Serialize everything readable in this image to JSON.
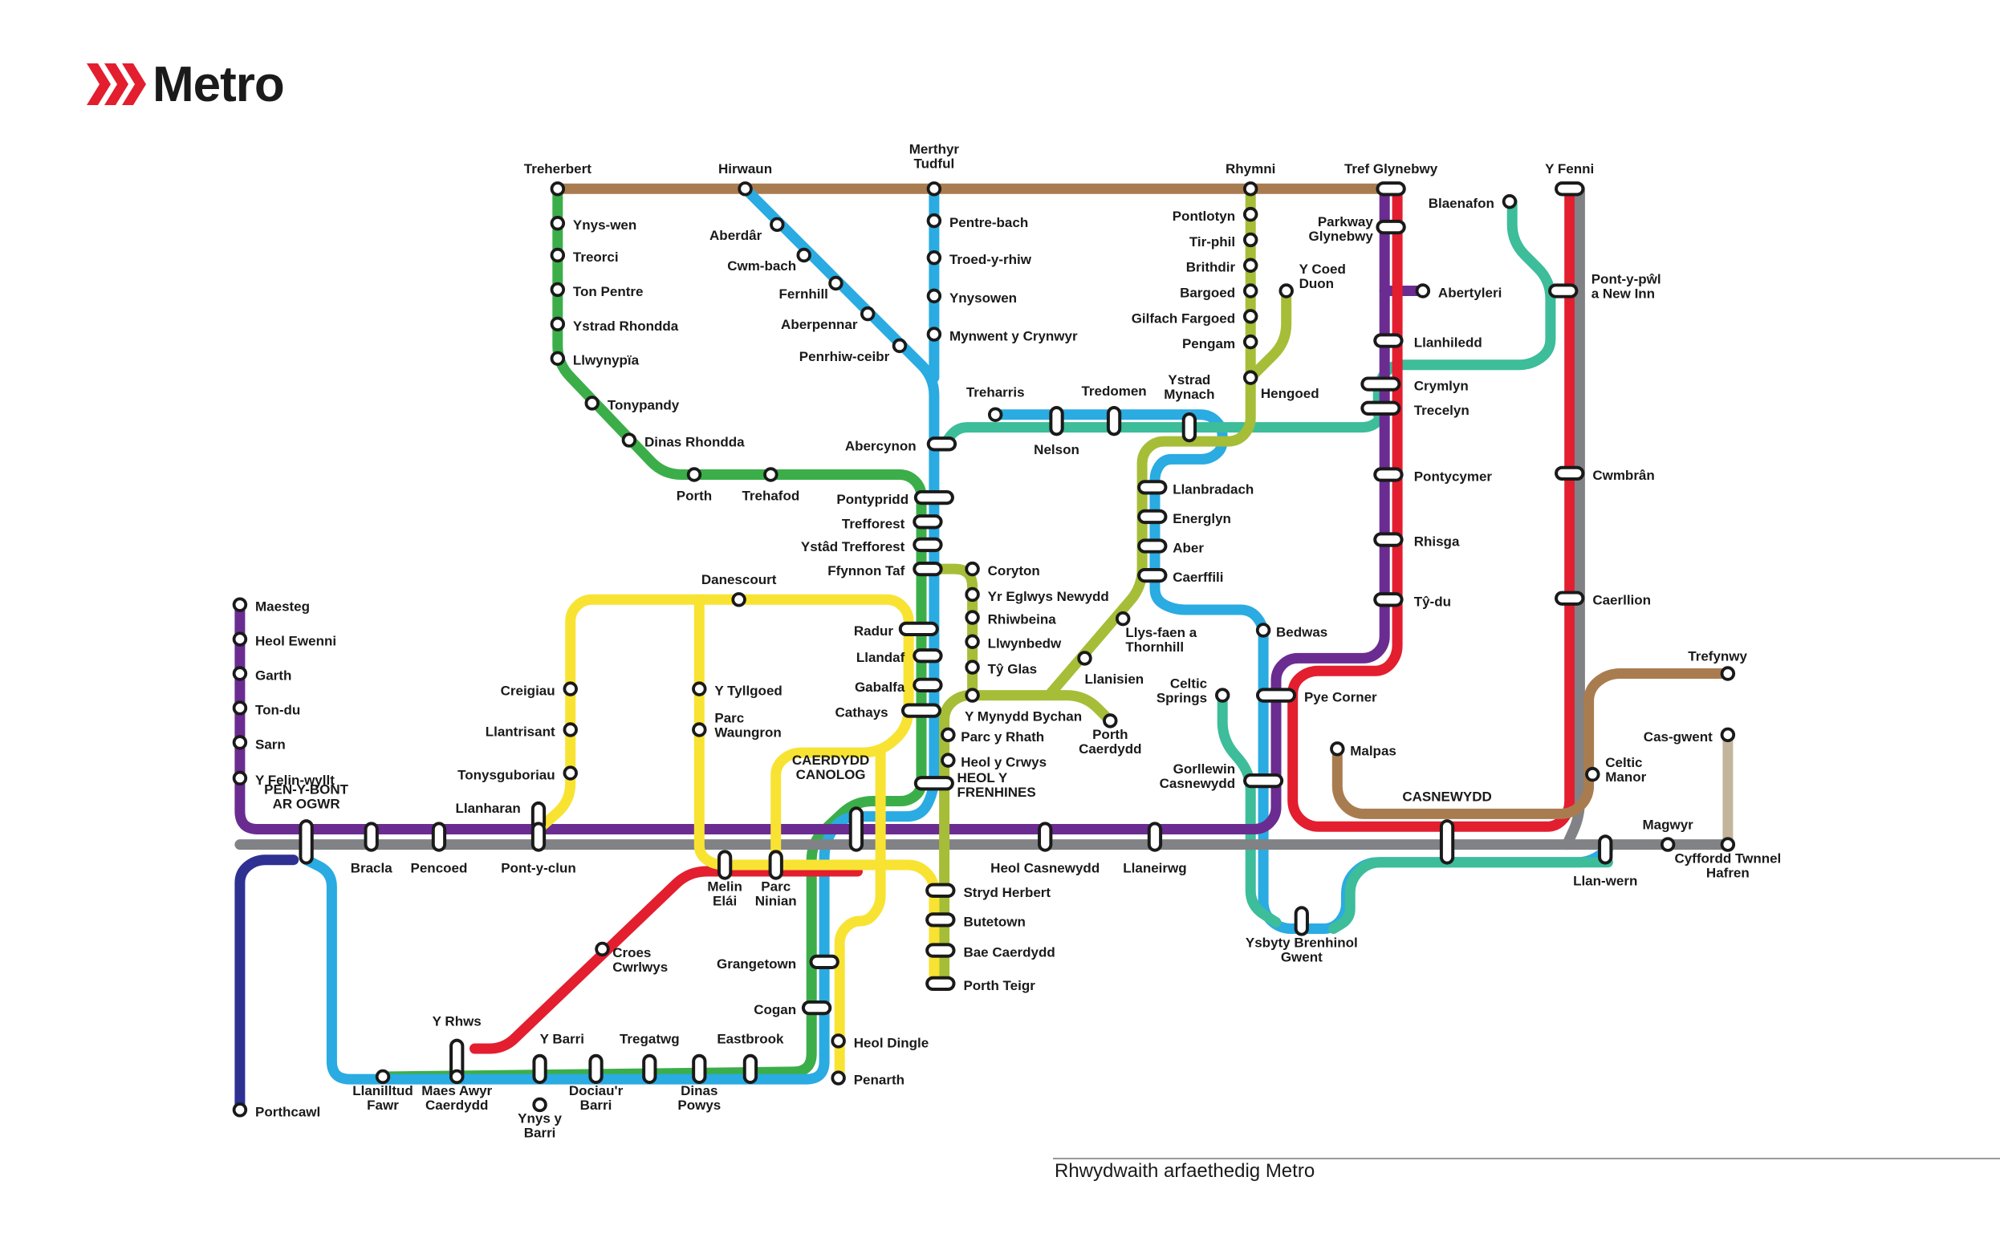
{
  "brand": {
    "name": "Metro",
    "logo_icon": "triple-chevron-icon",
    "accent": "#e31e2f"
  },
  "footer": {
    "caption": "Rhwydwaith arfaethedig Metro"
  },
  "line_colors": {
    "brown": "#a97c50",
    "green": "#3cae49",
    "blue": "#2aabe2",
    "teal": "#3dbd9a",
    "purple": "#6b2c91",
    "red": "#e31e2f",
    "grey": "#808285",
    "lime": "#a6bd38",
    "yellow": "#f8e333",
    "navy": "#2e3192",
    "tan": "#c2b59b"
  },
  "stations": [
    {
      "id": "treherbert",
      "label": "Treherbert"
    },
    {
      "id": "hirwaun",
      "label": "Hirwaun"
    },
    {
      "id": "merthyr",
      "label": "Merthyr\nTudful"
    },
    {
      "id": "rhymni",
      "label": "Rhymni"
    },
    {
      "id": "trefglynebwy",
      "label": "Tref Glynebwy"
    },
    {
      "id": "yfenni",
      "label": "Y Fenni"
    },
    {
      "id": "ynyswen",
      "label": "Ynys-wen"
    },
    {
      "id": "treorci",
      "label": "Treorci"
    },
    {
      "id": "tonpentre",
      "label": "Ton Pentre"
    },
    {
      "id": "ystradrhondda",
      "label": "Ystrad Rhondda"
    },
    {
      "id": "llwynypia",
      "label": "Llwynypïa"
    },
    {
      "id": "tonypandy",
      "label": "Tonypandy"
    },
    {
      "id": "dinasrhondda",
      "label": "Dinas Rhondda"
    },
    {
      "id": "porth",
      "label": "Porth"
    },
    {
      "id": "trehafod",
      "label": "Trehafod"
    },
    {
      "id": "aberdar",
      "label": "Aberdâr"
    },
    {
      "id": "cwmbach",
      "label": "Cwm-bach"
    },
    {
      "id": "fernhill",
      "label": "Fernhill"
    },
    {
      "id": "aberpennar",
      "label": "Aberpennar"
    },
    {
      "id": "penrhiwceibr",
      "label": "Penrhiw-ceibr"
    },
    {
      "id": "pentrebach",
      "label": "Pentre-bach"
    },
    {
      "id": "troedyrhiw",
      "label": "Troed-y-rhiw"
    },
    {
      "id": "ynysowen",
      "label": "Ynysowen"
    },
    {
      "id": "mynwent",
      "label": "Mynwent y Crynwyr"
    },
    {
      "id": "pontlotyn",
      "label": "Pontlotyn"
    },
    {
      "id": "tirphil",
      "label": "Tir-phil"
    },
    {
      "id": "brithdir",
      "label": "Brithdir"
    },
    {
      "id": "bargoed",
      "label": "Bargoed"
    },
    {
      "id": "gilfach",
      "label": "Gilfach Fargoed"
    },
    {
      "id": "pengam",
      "label": "Pengam"
    },
    {
      "id": "ycoedduon",
      "label": "Y Coed\nDuon"
    },
    {
      "id": "hengoed",
      "label": "Hengoed"
    },
    {
      "id": "parkway",
      "label": "Parkway\nGlynebwy"
    },
    {
      "id": "abertyleri",
      "label": "Abertyleri"
    },
    {
      "id": "blaenafon",
      "label": "Blaenafon"
    },
    {
      "id": "pontypwl",
      "label": "Pont-y-pŵl\na New Inn"
    },
    {
      "id": "llanhiledd",
      "label": "Llanhiledd"
    },
    {
      "id": "crymlyn",
      "label": "Crymlyn"
    },
    {
      "id": "trecelyn",
      "label": "Trecelyn"
    },
    {
      "id": "treharris",
      "label": "Treharris"
    },
    {
      "id": "nelson",
      "label": "Nelson"
    },
    {
      "id": "tredomen",
      "label": "Tredomen"
    },
    {
      "id": "ystradmynach",
      "label": "Ystrad\nMynach"
    },
    {
      "id": "abercynon",
      "label": "Abercynon"
    },
    {
      "id": "pontyprydd",
      "label": "Pontypridd"
    },
    {
      "id": "trefforest",
      "label": "Trefforest"
    },
    {
      "id": "ystadtrefforest",
      "label": "Ystâd Trefforest"
    },
    {
      "id": "ffynnontaf",
      "label": "Ffynnon Taf"
    },
    {
      "id": "coryton",
      "label": "Coryton"
    },
    {
      "id": "yreglwys",
      "label": "Yr Eglwys Newydd"
    },
    {
      "id": "rhiwbeina",
      "label": "Rhiwbeina"
    },
    {
      "id": "llwynbedw",
      "label": "Llwynbedw"
    },
    {
      "id": "tyglas",
      "label": "Tŷ Glas"
    },
    {
      "id": "mynyddbychan",
      "label": "Y Mynydd Bychan"
    },
    {
      "id": "llanbradach",
      "label": "Llanbradach"
    },
    {
      "id": "energlyn",
      "label": "Energlyn"
    },
    {
      "id": "aber",
      "label": "Aber"
    },
    {
      "id": "caerffili",
      "label": "Caerffili"
    },
    {
      "id": "llysfaen",
      "label": "Llys-faen a\nThornhill"
    },
    {
      "id": "llanisien",
      "label": "Llanisien"
    },
    {
      "id": "porthcaerdydd",
      "label": "Porth\nCaerdydd"
    },
    {
      "id": "bedwas",
      "label": "Bedwas"
    },
    {
      "id": "pontycymer",
      "label": "Pontycymer"
    },
    {
      "id": "rhisga",
      "label": "Rhisga"
    },
    {
      "id": "tydu",
      "label": "Tŷ-du"
    },
    {
      "id": "cwmbran",
      "label": "Cwmbrân"
    },
    {
      "id": "caerllion",
      "label": "Caerllion"
    },
    {
      "id": "trefynwy",
      "label": "Trefynwy"
    },
    {
      "id": "danescourt",
      "label": "Danescourt"
    },
    {
      "id": "radur",
      "label": "Radur"
    },
    {
      "id": "llandaf",
      "label": "Llandaf"
    },
    {
      "id": "gabalfa",
      "label": "Gabalfa"
    },
    {
      "id": "cathays",
      "label": "Cathays"
    },
    {
      "id": "creigiau",
      "label": "Creigiau"
    },
    {
      "id": "ytyllgoed",
      "label": "Y Tyllgoed"
    },
    {
      "id": "parcwaungron",
      "label": "Parc\nWaungron"
    },
    {
      "id": "llantrisant",
      "label": "Llantrisant"
    },
    {
      "id": "tonysguboriau",
      "label": "Tonysguboriau"
    },
    {
      "id": "llanharan",
      "label": "Llanharan"
    },
    {
      "id": "caerdyddcanolog",
      "label": "CAERDYDD\nCANOLOG"
    },
    {
      "id": "heolyfrenhines",
      "label": "HEOL Y\nFRENHINES"
    },
    {
      "id": "parcyrhath",
      "label": "Parc y Rhath"
    },
    {
      "id": "heolycrwys",
      "label": "Heol y Crwys"
    },
    {
      "id": "celticsprings",
      "label": "Celtic\nSprings"
    },
    {
      "id": "pyecorner",
      "label": "Pye Corner"
    },
    {
      "id": "malpas",
      "label": "Malpas"
    },
    {
      "id": "casgwent",
      "label": "Cas-gwent"
    },
    {
      "id": "celticmanor",
      "label": "Celtic\nManor"
    },
    {
      "id": "gorllewin",
      "label": "Gorllewin\nCasnewydd"
    },
    {
      "id": "casnewydd",
      "label": "CASNEWYDD"
    },
    {
      "id": "magwyr",
      "label": "Magwyr"
    },
    {
      "id": "maesteg",
      "label": "Maesteg"
    },
    {
      "id": "heolewenni",
      "label": "Heol Ewenni"
    },
    {
      "id": "garth",
      "label": "Garth"
    },
    {
      "id": "tondu",
      "label": "Ton-du"
    },
    {
      "id": "sarn",
      "label": "Sarn"
    },
    {
      "id": "yfelinwyllt",
      "label": "Y Felin-wyllt"
    },
    {
      "id": "penybont",
      "label": "PEN-Y-BONT\nAR OGWR"
    },
    {
      "id": "bracla",
      "label": "Bracla"
    },
    {
      "id": "pencoed",
      "label": "Pencoed"
    },
    {
      "id": "pontyclun",
      "label": "Pont-y-clun"
    },
    {
      "id": "heolcasnewydd",
      "label": "Heol Casnewydd"
    },
    {
      "id": "llaneirwg",
      "label": "Llaneirwg"
    },
    {
      "id": "llanwern",
      "label": "Llan-wern"
    },
    {
      "id": "twnnel",
      "label": "Cyffordd Twnnel\nHafren"
    },
    {
      "id": "melinelai",
      "label": "Melin\nElái"
    },
    {
      "id": "parcninian",
      "label": "Parc\nNinian"
    },
    {
      "id": "stryd",
      "label": "Stryd Herbert"
    },
    {
      "id": "butetown",
      "label": "Butetown"
    },
    {
      "id": "baecaerdydd",
      "label": "Bae Caerdydd"
    },
    {
      "id": "porthteigr",
      "label": "Porth Teigr"
    },
    {
      "id": "ysbyty",
      "label": "Ysbyty Brenhinol\nGwent"
    },
    {
      "id": "croes",
      "label": "Croes\nCwrlwys"
    },
    {
      "id": "grangetown",
      "label": "Grangetown"
    },
    {
      "id": "cogan",
      "label": "Cogan"
    },
    {
      "id": "heoldingle",
      "label": "Heol Dingle"
    },
    {
      "id": "penarth",
      "label": "Penarth"
    },
    {
      "id": "yrhws",
      "label": "Y Rhws"
    },
    {
      "id": "ybarri",
      "label": "Y Barri"
    },
    {
      "id": "tregatwg",
      "label": "Tregatwg"
    },
    {
      "id": "eastbrook",
      "label": "Eastbrook"
    },
    {
      "id": "llanilltud",
      "label": "Llanilltud\nFawr"
    },
    {
      "id": "maesawyr",
      "label": "Maes Awyr\nCaerdydd"
    },
    {
      "id": "ynysybarri",
      "label": "Ynys y\nBarri"
    },
    {
      "id": "dociaur",
      "label": "Dociau'r\nBarri"
    },
    {
      "id": "dinaspowys",
      "label": "Dinas\nPowys"
    },
    {
      "id": "porthcawl",
      "label": "Porthcawl"
    }
  ]
}
